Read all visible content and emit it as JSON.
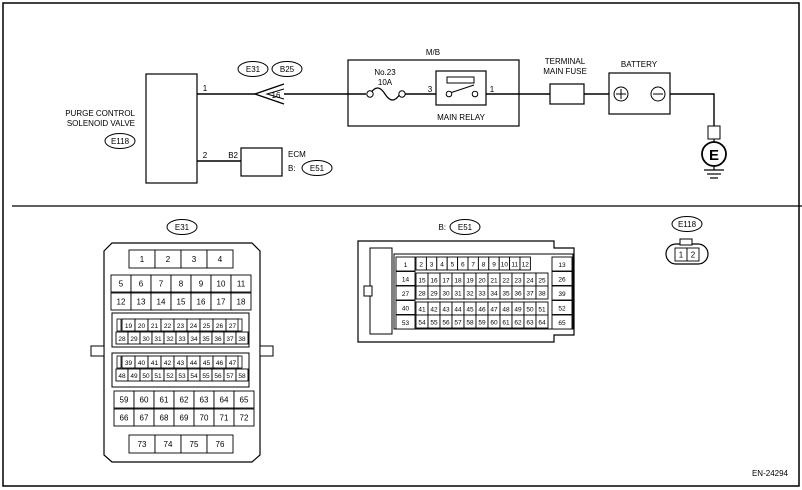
{
  "wiring": {
    "mb_label": "M/B",
    "fuse_no": "No.23",
    "fuse_rating": "10A",
    "relay_label": "MAIN RELAY",
    "relay_pin_left": "3",
    "relay_pin_right": "1",
    "terminal_fuse_line1": "TERMINAL",
    "terminal_fuse_line2": "MAIN FUSE",
    "battery_label": "BATTERY",
    "ground_label": "E",
    "valve_line1": "PURGE CONTROL",
    "valve_line2": "SOLENOID VALVE",
    "valve_connector": "E118",
    "valve_pin1": "1",
    "valve_pin2": "2",
    "conn_e31": "E31",
    "conn_b25": "B25",
    "conn_pin": "16",
    "ecm_label": "ECM",
    "ecm_prefix": "B:",
    "ecm_connector": "E51",
    "ecm_pin": "B2"
  },
  "connectors": {
    "e31_title": "E31",
    "e51_prefix": "B:",
    "e51_title": "E51",
    "e118_title": "E118",
    "e31_rows": [
      [
        "1",
        "2",
        "3",
        "4"
      ],
      [
        "5",
        "6",
        "7",
        "8",
        "9",
        "10",
        "11"
      ],
      [
        "12",
        "13",
        "14",
        "15",
        "16",
        "17",
        "18"
      ],
      [
        "19",
        "20",
        "21",
        "22",
        "23",
        "24",
        "25",
        "26",
        "27"
      ],
      [
        "28",
        "29",
        "30",
        "31",
        "32",
        "33",
        "34",
        "35",
        "36",
        "37",
        "38"
      ],
      [
        "39",
        "40",
        "41",
        "42",
        "43",
        "44",
        "45",
        "46",
        "47"
      ],
      [
        "48",
        "49",
        "50",
        "51",
        "52",
        "53",
        "54",
        "55",
        "56",
        "57",
        "58"
      ],
      [
        "59",
        "60",
        "61",
        "62",
        "63",
        "64",
        "65"
      ],
      [
        "66",
        "67",
        "68",
        "69",
        "70",
        "71",
        "72"
      ],
      [
        "73",
        "74",
        "75",
        "76"
      ]
    ],
    "e51_left": [
      "1",
      "14",
      "27",
      "40",
      "53"
    ],
    "e51_right": [
      "13",
      "26",
      "39",
      "52",
      "65"
    ],
    "e51_top": [
      "2",
      "3",
      "4",
      "5",
      "6",
      "7",
      "8",
      "9",
      "10",
      "11",
      "12"
    ],
    "e51_rows": [
      [
        "15",
        "16",
        "17",
        "18",
        "19",
        "20",
        "21",
        "22",
        "23",
        "24",
        "25"
      ],
      [
        "28",
        "29",
        "30",
        "31",
        "32",
        "33",
        "34",
        "35",
        "36",
        "37",
        "38"
      ],
      [
        "41",
        "42",
        "43",
        "44",
        "45",
        "46",
        "47",
        "48",
        "49",
        "50",
        "51"
      ],
      [
        "54",
        "55",
        "56",
        "57",
        "58",
        "59",
        "60",
        "61",
        "62",
        "63",
        "64"
      ]
    ],
    "e118_pins": [
      "1",
      "2"
    ]
  },
  "footer": {
    "code": "EN-24294"
  }
}
